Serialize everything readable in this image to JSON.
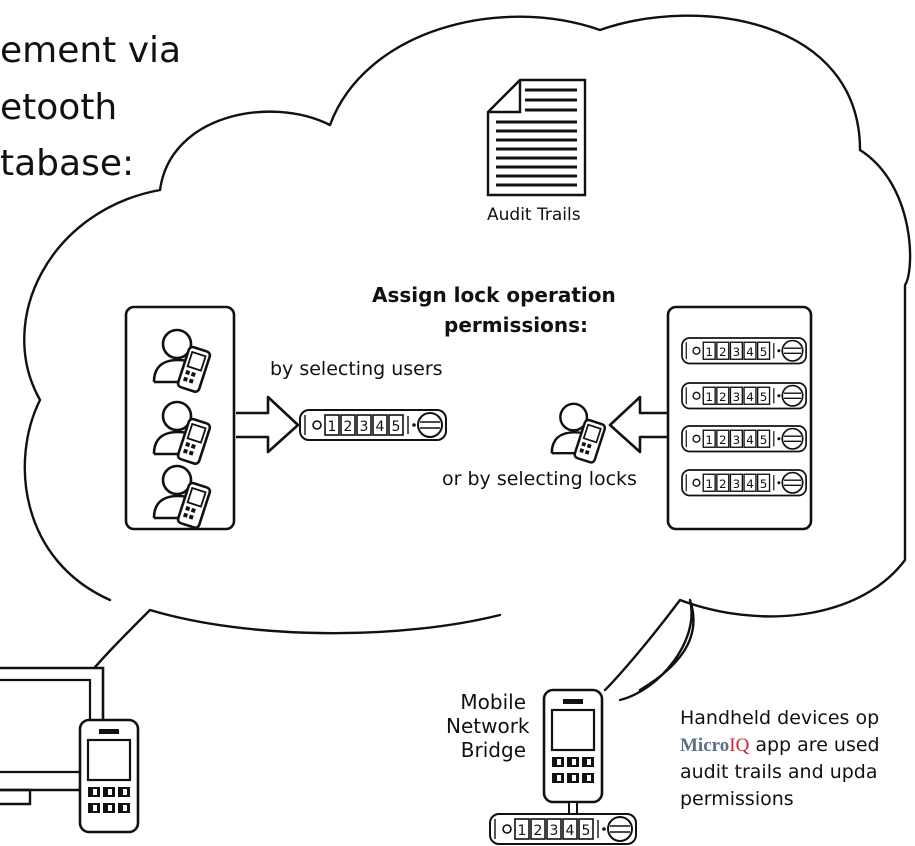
{
  "heading": {
    "line1": "ement via",
    "line2": "etooth",
    "line3": "tabase:"
  },
  "cloud": {
    "audit_label": "Audit Trails",
    "assign_line1": "Assign lock operation",
    "assign_line2": "permissions:",
    "by_users_label": "by selecting users",
    "by_locks_label": "or by selecting locks"
  },
  "lock": {
    "digits": [
      "1",
      "2",
      "3",
      "4",
      "5"
    ]
  },
  "bridge": {
    "line1": "Mobile",
    "line2": "Network",
    "line3": "Bridge"
  },
  "note": {
    "line1": "Handheld devices op",
    "brand_part1": "Micro",
    "brand_part2": "IQ",
    "line2_rest": " app are used",
    "line3": "audit trails and upda",
    "line4": "permissions"
  },
  "colors": {
    "stroke": "#111111",
    "background": "#ffffff",
    "brand_micro": "#5a6f86",
    "brand_iq": "#d0202a"
  },
  "icons": [
    "document-icon",
    "user-with-phone-icon",
    "arrow-right-icon",
    "arrow-left-icon",
    "combination-lock-icon",
    "desktop-monitor-icon",
    "mobile-phone-icon"
  ]
}
